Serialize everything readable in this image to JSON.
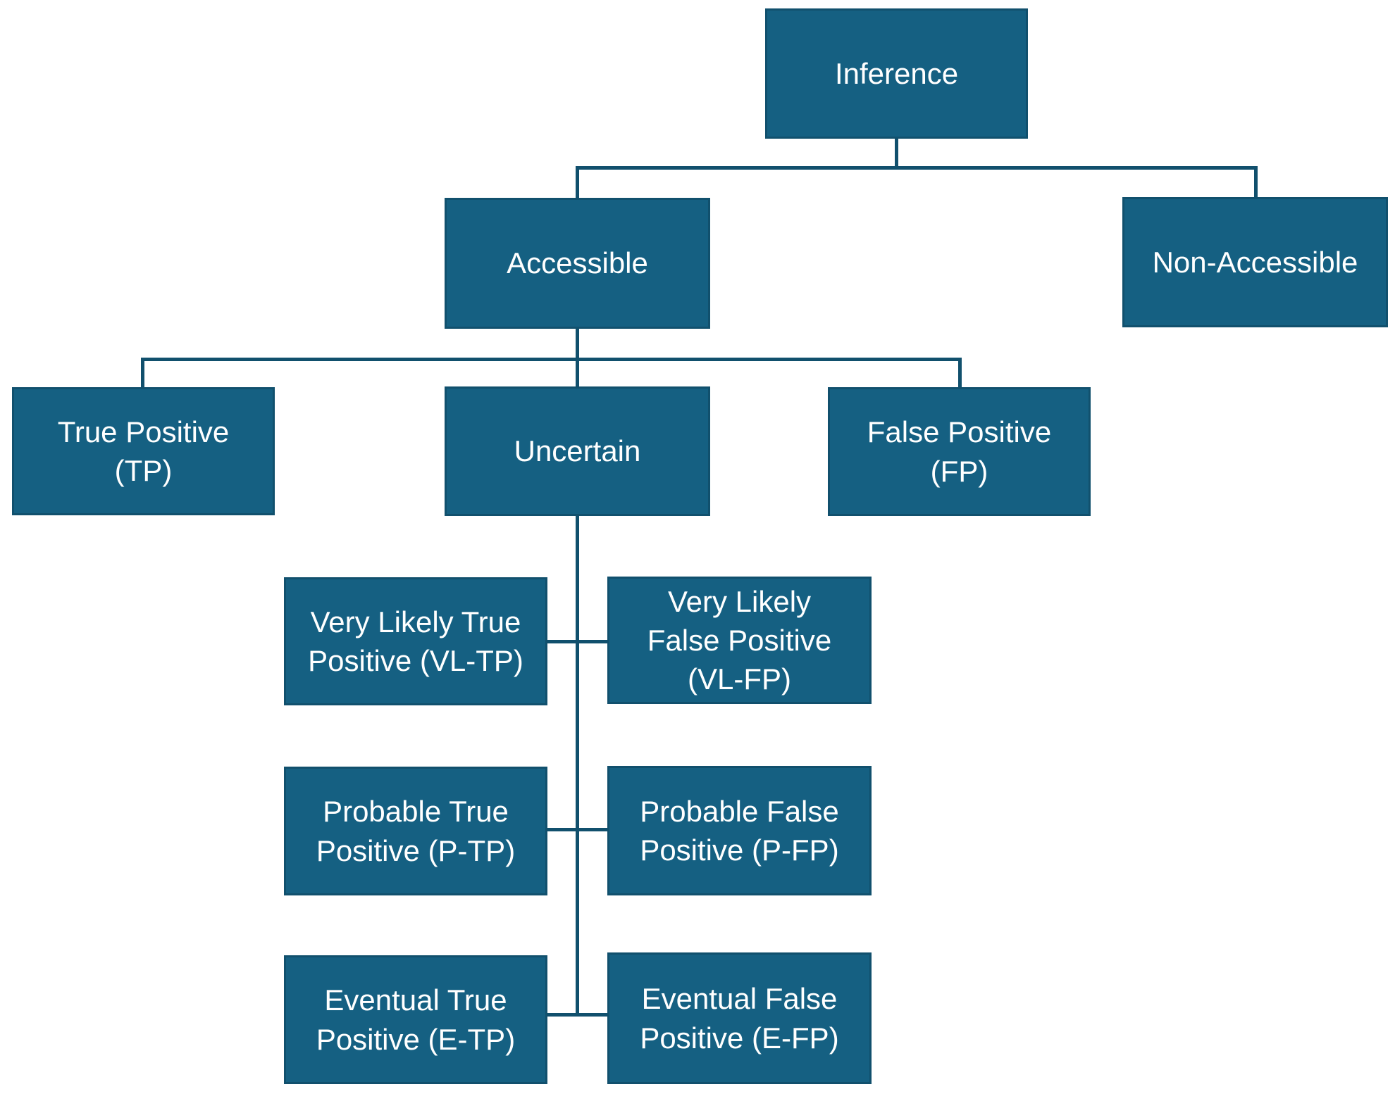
{
  "diagram": {
    "type": "tree",
    "colors": {
      "node_fill": "#156082",
      "node_border": "#11506d",
      "connector": "#11506d",
      "text": "#ffffff",
      "background": "#ffffff"
    },
    "nodes": {
      "inference": {
        "label": "Inference"
      },
      "accessible": {
        "label": "Accessible"
      },
      "non_accessible": {
        "label": "Non-Accessible"
      },
      "true_positive": {
        "label": "True Positive\n(TP)"
      },
      "uncertain": {
        "label": "Uncertain"
      },
      "false_positive": {
        "label": "False Positive\n(FP)"
      },
      "vl_tp": {
        "label": "Very Likely True\nPositive (VL-TP)"
      },
      "vl_fp": {
        "label": "Very Likely\nFalse Positive\n(VL-FP)"
      },
      "p_tp": {
        "label": "Probable True\nPositive (P-TP)"
      },
      "p_fp": {
        "label": "Probable False\nPositive (P-FP)"
      },
      "e_tp": {
        "label": "Eventual True\nPositive (E-TP)"
      },
      "e_fp": {
        "label": "Eventual False\nPositive (E-FP)"
      }
    },
    "edges": [
      {
        "from": "inference",
        "to": "accessible"
      },
      {
        "from": "inference",
        "to": "non_accessible"
      },
      {
        "from": "accessible",
        "to": "true_positive"
      },
      {
        "from": "accessible",
        "to": "uncertain"
      },
      {
        "from": "accessible",
        "to": "false_positive"
      },
      {
        "from": "uncertain",
        "to": "vl_tp"
      },
      {
        "from": "uncertain",
        "to": "vl_fp"
      },
      {
        "from": "uncertain",
        "to": "p_tp"
      },
      {
        "from": "uncertain",
        "to": "p_fp"
      },
      {
        "from": "uncertain",
        "to": "e_tp"
      },
      {
        "from": "uncertain",
        "to": "e_fp"
      }
    ]
  }
}
